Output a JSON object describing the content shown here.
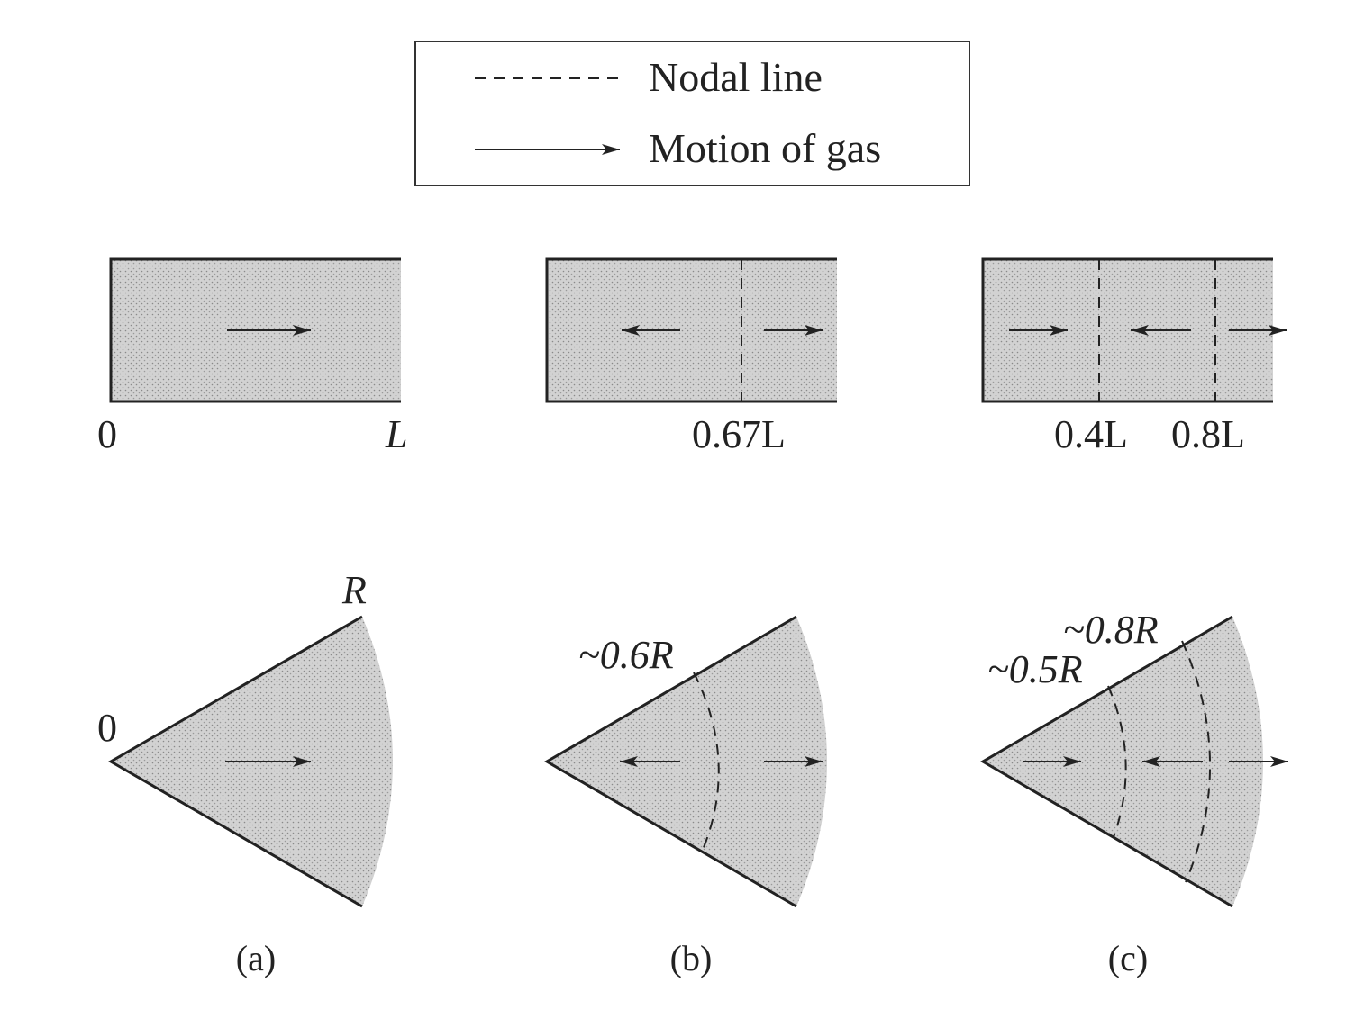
{
  "legend": {
    "nodal_label": "Nodal line",
    "motion_label": "Motion of gas"
  },
  "colors": {
    "fill": "#d2d2d2",
    "stroke": "#222222",
    "background": "#ffffff"
  },
  "tube": {
    "a": {
      "start": "0",
      "end": "L"
    },
    "b": {
      "node1": "0.67L"
    },
    "c": {
      "node1": "0.4L",
      "node2": "0.8L"
    }
  },
  "sector": {
    "a": {
      "origin": "0",
      "radius": "R"
    },
    "b": {
      "node1": "~0.6R"
    },
    "c": {
      "node1": "~0.5R",
      "node2": "~0.8R"
    }
  },
  "captions": {
    "a": "(a)",
    "b": "(b)",
    "c": "(c)"
  }
}
